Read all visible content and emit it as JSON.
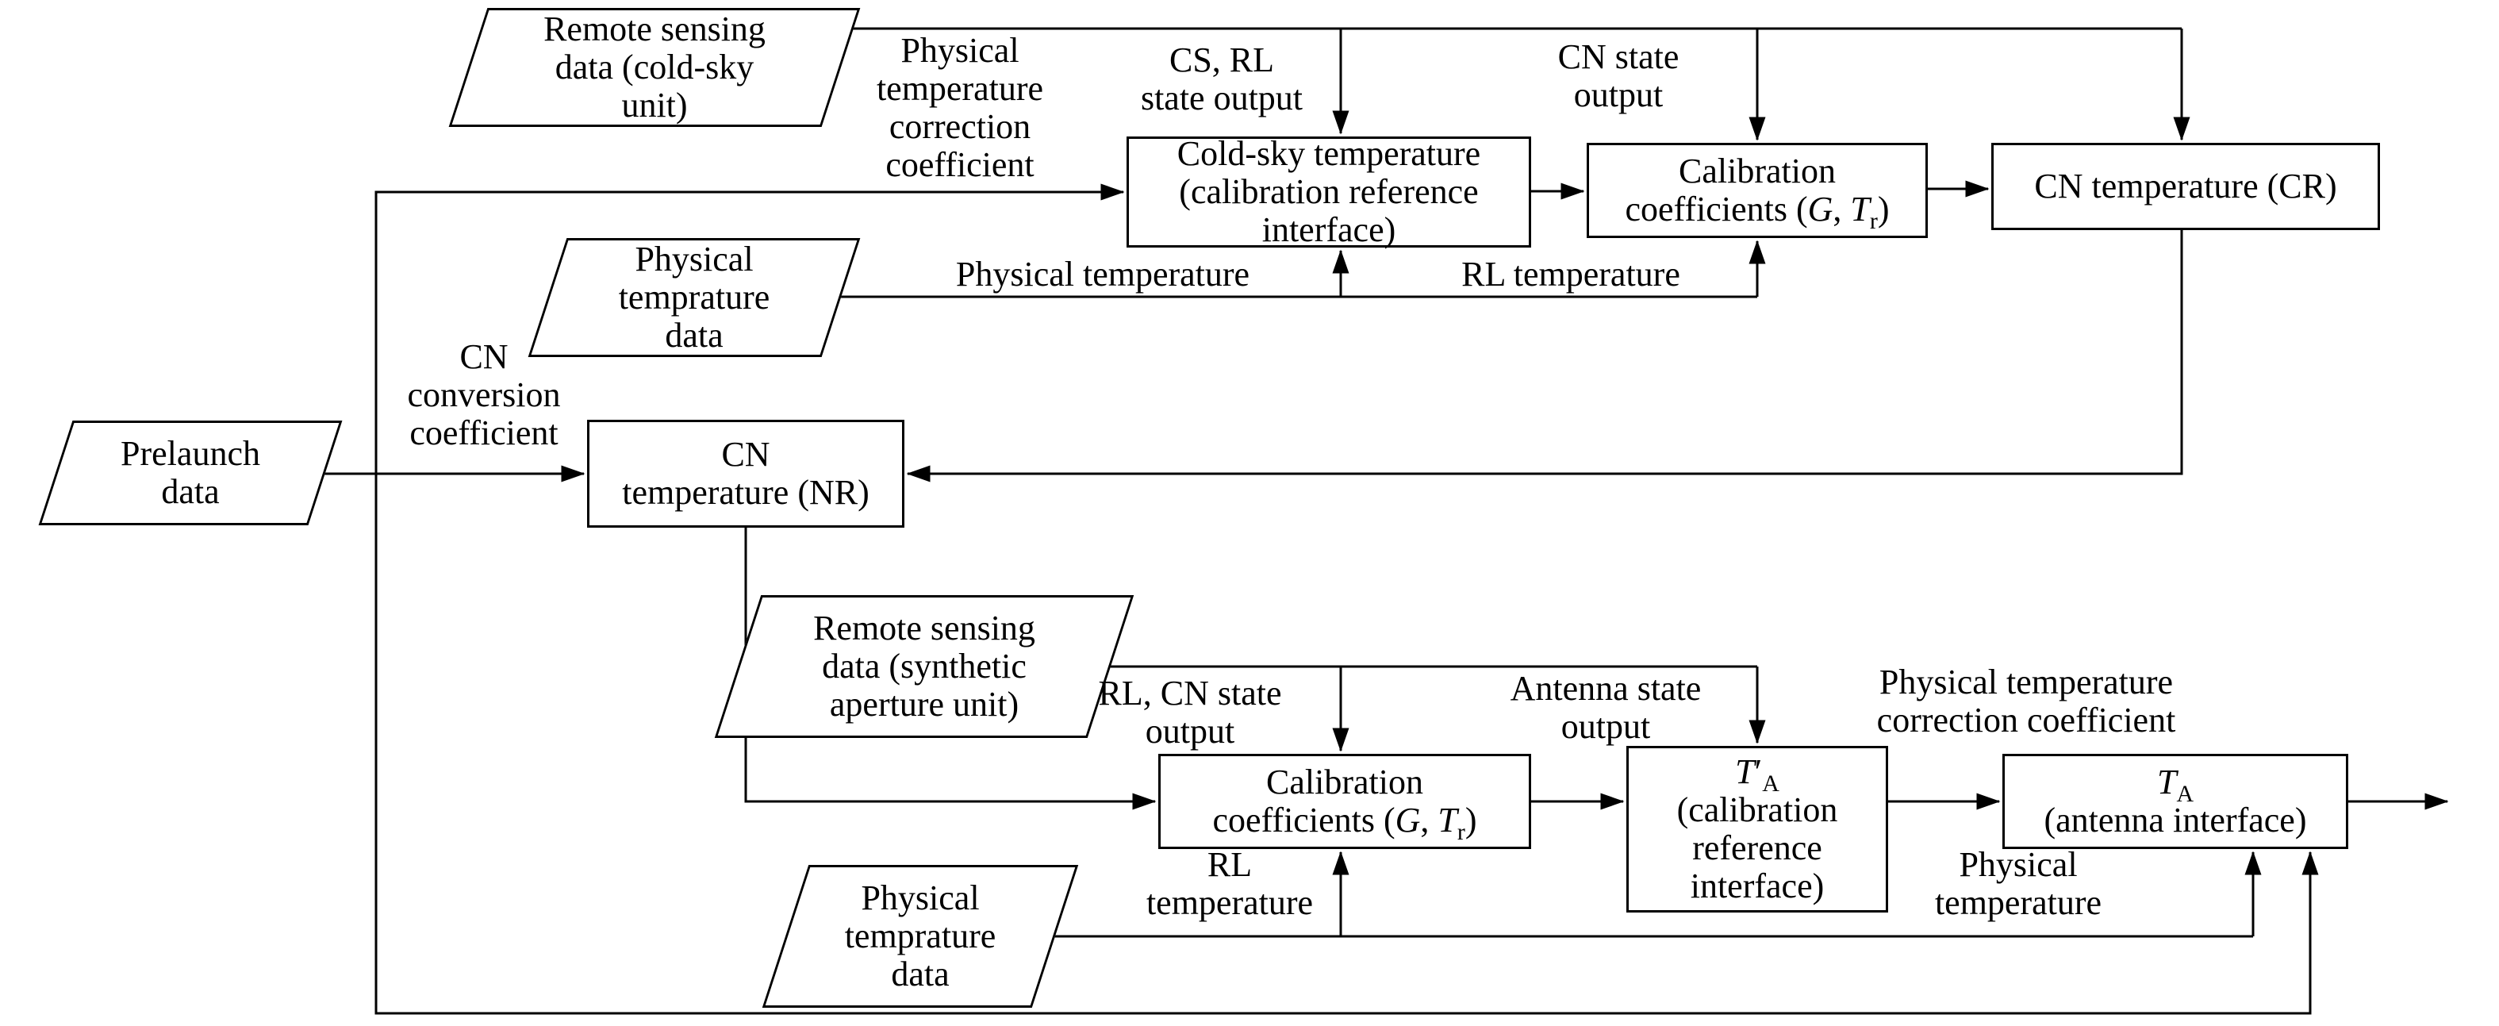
{
  "diagram": {
    "nodes": {
      "rs_coldsky": {
        "lines": [
          "Remote sensing",
          "data (cold-sky",
          "unit)"
        ]
      },
      "phys_temp_1": {
        "lines": [
          "Physical",
          "temprature",
          "data"
        ]
      },
      "prelaunch": {
        "lines": [
          "Prelaunch",
          "data"
        ]
      },
      "rs_synthetic": {
        "lines": [
          "Remote sensing",
          "data (synthetic",
          "aperture unit)"
        ]
      },
      "phys_temp_2": {
        "lines": [
          "Physical",
          "temprature",
          "data"
        ]
      },
      "coldsky_temp": {
        "lines": [
          "Cold-sky temperature",
          "(calibration reference",
          "interface)"
        ]
      },
      "calib_coeff_1": {
        "line1": "Calibration",
        "line2_prefix": "coefficients (",
        "g": "G",
        "comma": ", ",
        "t": "T",
        "t_sub": "r",
        "line2_suffix": ")"
      },
      "cn_temp_cr": {
        "label": "CN temperature (CR)"
      },
      "cn_temp_nr": {
        "lines": [
          "CN",
          "temperature (NR)"
        ]
      },
      "calib_coeff_2": {
        "line1": "Calibration",
        "line2_prefix": "coefficients (",
        "g": "G",
        "comma": ", ",
        "t": "T",
        "t_sub": "r",
        "line2_suffix": ")"
      },
      "ta_prime": {
        "t": "T",
        "prime": "′",
        "sub": "A",
        "lines": [
          "(calibration",
          "reference",
          "interface)"
        ]
      },
      "ta": {
        "t": "T",
        "sub": "A",
        "line2": "(antenna interface)"
      }
    },
    "edge_labels": {
      "ptcc_top": {
        "lines": [
          "Physical",
          "temperature",
          "correction",
          "coefficient"
        ]
      },
      "cs_rl_state": {
        "lines": [
          "CS, RL",
          "state output"
        ]
      },
      "cn_state": {
        "lines": [
          "CN state",
          "output"
        ]
      },
      "physical_temperature_1": {
        "lines": [
          "Physical temperature"
        ]
      },
      "rl_temperature_1": {
        "lines": [
          "RL temperature"
        ]
      },
      "cn_conversion": {
        "lines": [
          "CN",
          "conversion",
          "coefficient"
        ]
      },
      "rl_cn_state": {
        "lines": [
          "RL, CN state",
          "output"
        ]
      },
      "antenna_state": {
        "lines": [
          "Antenna state",
          "output"
        ]
      },
      "ptcc_bottom": {
        "lines": [
          "Physical temperature",
          "correction coefficient"
        ]
      },
      "rl_temperature_2": {
        "lines": [
          "RL",
          "temperature"
        ]
      },
      "physical_temperature_2": {
        "lines": [
          "Physical",
          "temperature"
        ]
      }
    },
    "colors": {
      "stroke": "#000000",
      "background": "#ffffff"
    }
  }
}
